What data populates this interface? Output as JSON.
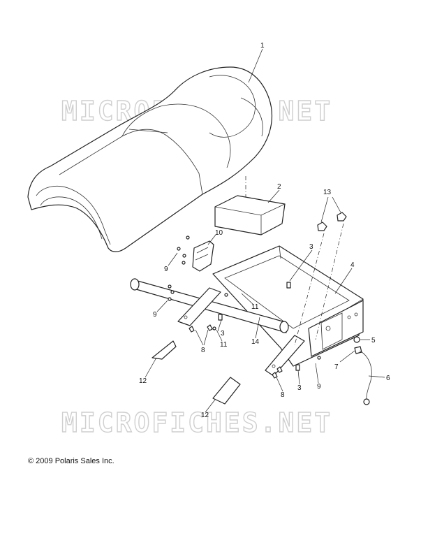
{
  "watermark": "MICROFICHES.NET",
  "copyright": "© 2009 Polaris Sales Inc.",
  "callouts": {
    "c1": "1",
    "c2": "2",
    "c3a": "3",
    "c3b": "3",
    "c3c": "3",
    "c4": "4",
    "c5": "5",
    "c6": "6",
    "c7": "7",
    "c8a": "8",
    "c8b": "8",
    "c9a": "9",
    "c9b": "9",
    "c9c": "9",
    "c10": "10",
    "c11a": "11",
    "c11b": "11",
    "c12a": "12",
    "c12b": "12",
    "c13": "13",
    "c14": "14"
  }
}
